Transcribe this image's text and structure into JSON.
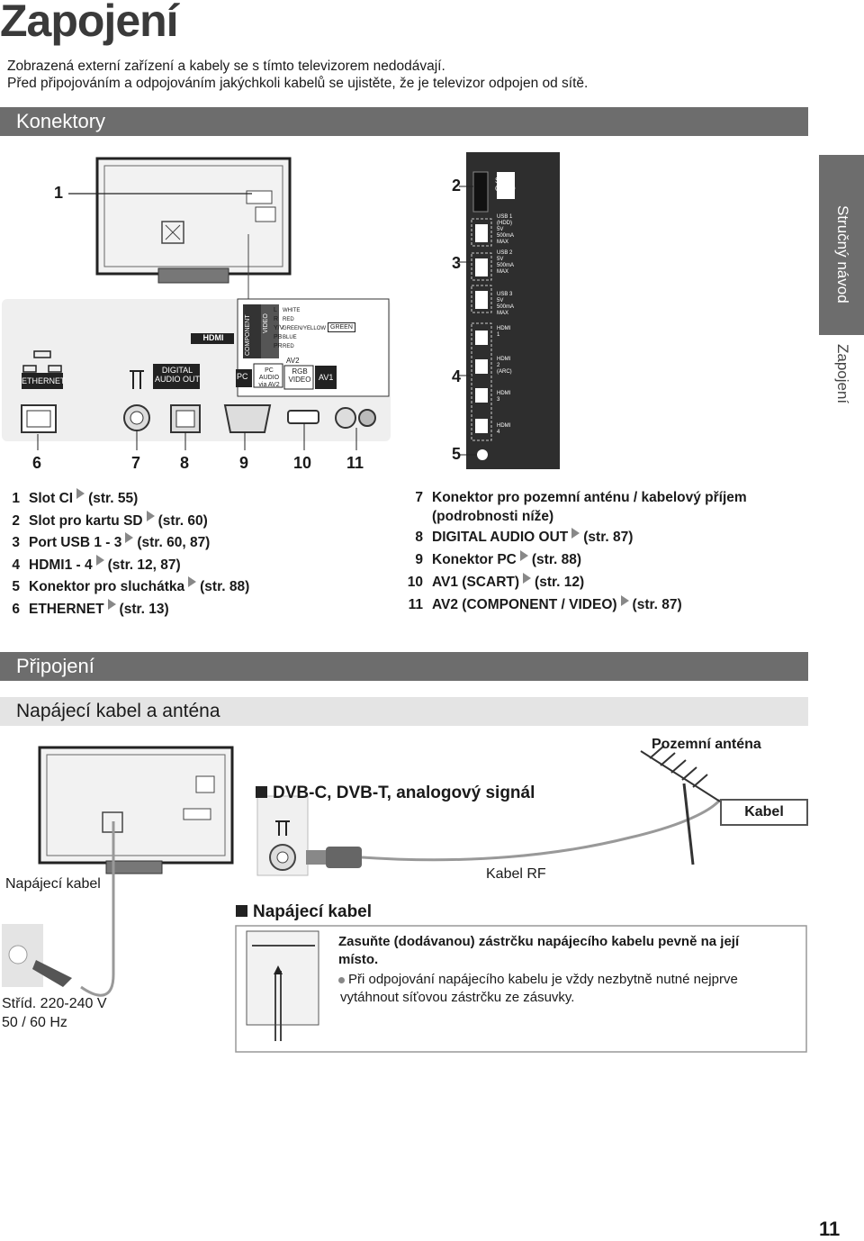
{
  "title": "Zapojení",
  "intro": [
    "Zobrazená externí zařízení a kabely se s tímto televizorem nedodávají.",
    "Před připojováním a odpojováním jakýchkoli kabelů se ujistěte, že je televizor odpojen od sítě."
  ],
  "sections": {
    "connectors": "Konektory",
    "connection": "Připojení",
    "power_antenna": "Napájecí kabel a anténa"
  },
  "side_tabs": {
    "quick_guide": "Stručný návod",
    "connection": "Zapojení"
  },
  "diagram_labels": {
    "ethernet": "ETHERNET",
    "digital_audio_out": [
      "DIGITAL",
      "AUDIO OUT"
    ],
    "hdmi": "HDMI",
    "pc": "PC",
    "pc_audio": [
      "PC AUDIO",
      "via AV2"
    ],
    "rgb_video": [
      "RGB",
      "VIDEO"
    ],
    "av1": "AV1",
    "av2": "AV2",
    "component": "COMPONENT",
    "video": "VIDEO",
    "audio_in_l": "L",
    "audio_in_r": "R",
    "y_v": "Y/V",
    "pb": "PB",
    "pr": "PR",
    "white": "WHITE",
    "red": "RED",
    "green_yellow": [
      "GREEN/",
      "YELLOW"
    ],
    "blue": "BLUE",
    "red2": "RED",
    "green": "GREEN",
    "sd_card": [
      "SD",
      "CARD"
    ],
    "usb1": [
      "USB 1",
      "(HDD)",
      "5V",
      "500mA",
      "MAX"
    ],
    "usb2": [
      "USB 2",
      "5V",
      "500mA",
      "MAX"
    ],
    "usb3": [
      "USB 3",
      "5V",
      "500mA",
      "MAX"
    ],
    "hdmi1": [
      "HDMI",
      "1"
    ],
    "hdmi2": [
      "HDMI",
      "2",
      "(ARC)"
    ],
    "hdmi3": [
      "HDMI",
      "3"
    ],
    "hdmi4": [
      "HDMI",
      "4"
    ]
  },
  "callout_numbers": [
    "1",
    "2",
    "3",
    "4",
    "5",
    "6",
    "7",
    "8",
    "9",
    "10",
    "11"
  ],
  "list_left": [
    {
      "n": "1",
      "text": "Slot CI",
      "ref": "(str. 55)"
    },
    {
      "n": "2",
      "text": "Slot pro kartu SD",
      "ref": "(str. 60)"
    },
    {
      "n": "3",
      "text": "Port USB 1 - 3",
      "ref": "(str. 60, 87)"
    },
    {
      "n": "4",
      "text": "HDMI1 - 4",
      "ref": "(str. 12, 87)"
    },
    {
      "n": "5",
      "text": "Konektor pro sluchátka",
      "ref": "(str. 88)"
    },
    {
      "n": "6",
      "text": "ETHERNET",
      "ref": "(str. 13)"
    }
  ],
  "list_right": [
    {
      "n": "7",
      "text": "Konektor pro pozemní anténu / kabelový příjem",
      "text2": "(podrobnosti níže)",
      "ref": ""
    },
    {
      "n": "8",
      "text": "DIGITAL AUDIO OUT",
      "ref": "(str. 87)"
    },
    {
      "n": "9",
      "text": "Konektor PC",
      "ref": "(str. 88)"
    },
    {
      "n": "10",
      "text": "AV1 (SCART)",
      "ref": "(str. 12)"
    },
    {
      "n": "11",
      "text": "AV2 (COMPONENT / VIDEO)",
      "ref": "(str. 87)"
    }
  ],
  "connection": {
    "terrestrial_antenna": "Pozemní anténa",
    "dvb_heading": "DVB-C, DVB-T, analogový signál",
    "cable": "Kabel",
    "rf_cable": "Kabel RF",
    "power_cable_left": "Napájecí kabel",
    "power_heading": "Napájecí kabel",
    "mains": [
      "Stříd. 220-240 V",
      "50 / 60 Hz"
    ],
    "instruction_bold": [
      "Zasuňte (dodávanou) zástrčku napájecího kabelu pevně na její",
      "místo."
    ],
    "instruction_note": [
      "Při odpojování napájecího kabelu je vždy nezbytně nutné nejprve",
      "vytáhnout síťovou zástrčku ze zásuvky."
    ]
  },
  "page_number": "11"
}
